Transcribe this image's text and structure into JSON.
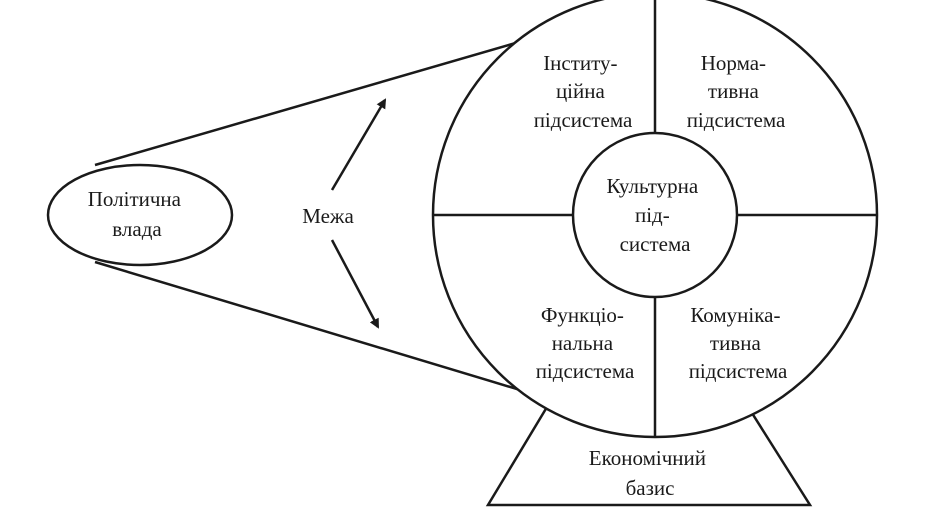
{
  "diagram": {
    "power": [
      "Політична",
      "влада"
    ],
    "boundary": "Межа",
    "institutional": [
      "Інститу-",
      "ційна",
      "підсистема"
    ],
    "normative": [
      "Норма-",
      "тивна",
      "підсистема"
    ],
    "cultural": [
      "Культурна",
      "під-",
      "система"
    ],
    "functional": [
      "Функціо-",
      "нальна",
      "підсистема"
    ],
    "communicative": [
      "Комуніка-",
      "тивна",
      "підсистема"
    ],
    "economic": [
      "Економічний",
      "базис"
    ]
  }
}
